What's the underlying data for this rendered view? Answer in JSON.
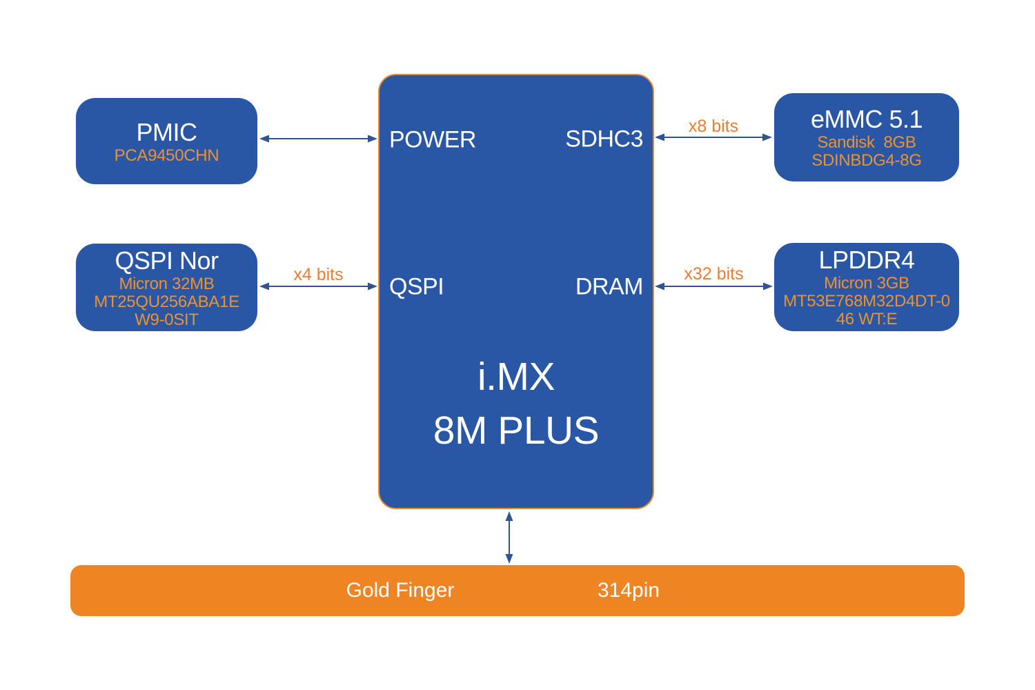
{
  "colors": {
    "block_blue": "#2A57A5",
    "soc_border_orange": "#E98A2B",
    "bar_orange": "#EE8422",
    "block_subtext_orange": "#EC9230",
    "bus_label_orange": "#ED7D31",
    "arrow_blue": "#2F5496",
    "text_white": "#FFFFFF",
    "background": "#FFFFFF"
  },
  "soc": {
    "name_line1": "i.MX",
    "name_line2": "8M PLUS",
    "ports": {
      "power": "POWER",
      "sdhc3": "SDHC3",
      "qspi": "QSPI",
      "dram": "DRAM"
    }
  },
  "peripherals": {
    "pmic": {
      "title": "PMIC",
      "detail_lines": [
        "PCA9450CHN"
      ]
    },
    "qspi_nor": {
      "title": "QSPI Nor",
      "detail_lines": [
        "Micron 32MB",
        "MT25QU256ABA1E",
        "W9-0SIT"
      ]
    },
    "emmc": {
      "title": "eMMC 5.1",
      "detail_lines": [
        "Sandisk  8GB",
        "SDINBDG4-8G"
      ]
    },
    "lpddr4": {
      "title": "LPDDR4",
      "detail_lines": [
        "Micron 3GB",
        "MT53E768M32D4DT-0",
        "46 WT:E"
      ]
    }
  },
  "bus_labels": {
    "qspi": "x4 bits",
    "sdhc3": "x8 bits",
    "dram": "x32 bits"
  },
  "gold_finger": {
    "label": "Gold Finger",
    "pin_count": "314pin"
  }
}
